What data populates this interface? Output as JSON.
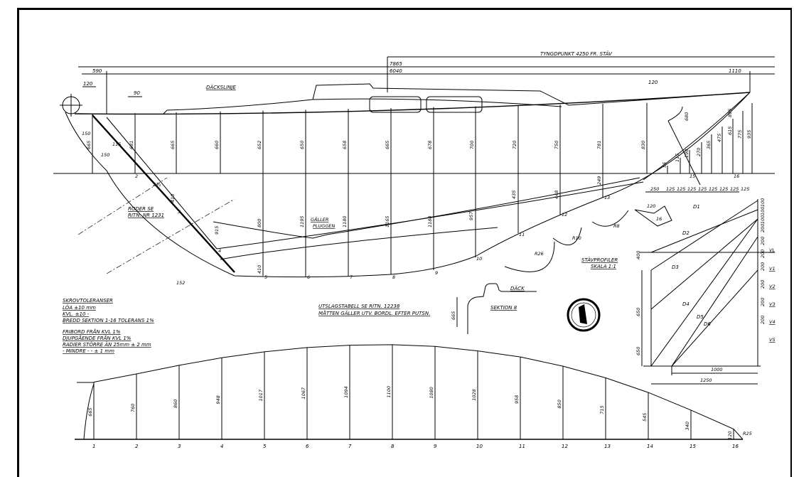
{
  "dimensions": {
    "center_of_gravity": "TYNGDPUNKT 4250 FR. STÄV",
    "overall": "7865",
    "main": "6040",
    "aft": "590",
    "fwd": "1110",
    "transom": "120",
    "rudder_offset": "90",
    "bow_offset": "120"
  },
  "labels": {
    "deck_line": "DÄCKSLINJE",
    "rudder_ref_1": "RODER SE",
    "rudder_ref_2": "RITN. NR 1231",
    "applies_1": "GÄLLER",
    "applies_2": "PLUGGEN",
    "stem_profiles_1": "STÄVPROFILER",
    "stem_profiles_2": "SKALA 1:1",
    "deck": "DÄCK",
    "section": "SEKTION 8",
    "section_height": "665",
    "rudder_angle": "2½",
    "r26": "R26",
    "r10": "R10",
    "r8": "R8",
    "w16": "16"
  },
  "tolerances": {
    "title": "SKROVTOLERANSER",
    "lines": [
      "LÖA        ±10 mm",
      "KVL.        ±10  -",
      "BREDD SEKTION  1-16  TOLERANS  1%",
      "FRIBORD  FRÅN  KVL  1%",
      "DJUPGÅENDE  FRÅN  KVL  1%",
      "RADIER  STÖRRE  ÄN  25mm ± 2 mm",
      "  -      MINDRE   -      -     ± 1 mm"
    ]
  },
  "offsets_note": [
    "UTSLAGSTABELL  SE  RITN.  12238",
    "MÅTTEN  GÄLLER  UTV. BORDL. EFTER  PUTSN."
  ],
  "profile": {
    "stations": [
      "2",
      "3",
      "4",
      "5",
      "6",
      "7",
      "8",
      "9",
      "10",
      "11",
      "12",
      "13",
      "15",
      "16"
    ],
    "freeboard": [
      "665",
      "681",
      "665",
      "660",
      "652",
      "650",
      "658",
      "665",
      "678",
      "700",
      "720",
      "750",
      "781",
      "830"
    ],
    "depth": [
      "410",
      "915",
      "800",
      "1195",
      "1180",
      "1165",
      "1180",
      "957",
      "435",
      "448",
      "249",
      "410"
    ],
    "bow_heights": [
      "55",
      "115",
      "190",
      "270",
      "365",
      "475",
      "615",
      "775",
      "935",
      "680",
      "895"
    ],
    "bow_spacing": [
      "250",
      "125",
      "125",
      "125",
      "125",
      "125",
      "125",
      "125",
      "125"
    ],
    "misc": [
      "150",
      "150",
      "115",
      "152",
      "120"
    ]
  },
  "plan": {
    "stations": [
      "1",
      "2",
      "3",
      "4",
      "5",
      "6",
      "7",
      "8",
      "9",
      "10",
      "11",
      "12",
      "13",
      "14",
      "15",
      "16"
    ],
    "half_breadths": [
      "665",
      "760",
      "860",
      "948",
      "1017",
      "1067",
      "1094",
      "1100",
      "1080",
      "1028",
      "958",
      "850",
      "715",
      "545",
      "340",
      "120"
    ],
    "end_radius": "R25"
  },
  "diagonals": {
    "names": [
      "D1",
      "D2",
      "D3",
      "D4",
      "D5",
      "D6"
    ],
    "waterlines": [
      "VL",
      "V1",
      "V2",
      "V3",
      "V4",
      "V5"
    ],
    "heights": [
      "400",
      "650",
      "650"
    ],
    "spacings": [
      "100",
      "100",
      "100",
      "200",
      "200",
      "200",
      "200",
      "200",
      "200",
      "200"
    ],
    "widths": [
      "1000",
      "1250"
    ]
  }
}
